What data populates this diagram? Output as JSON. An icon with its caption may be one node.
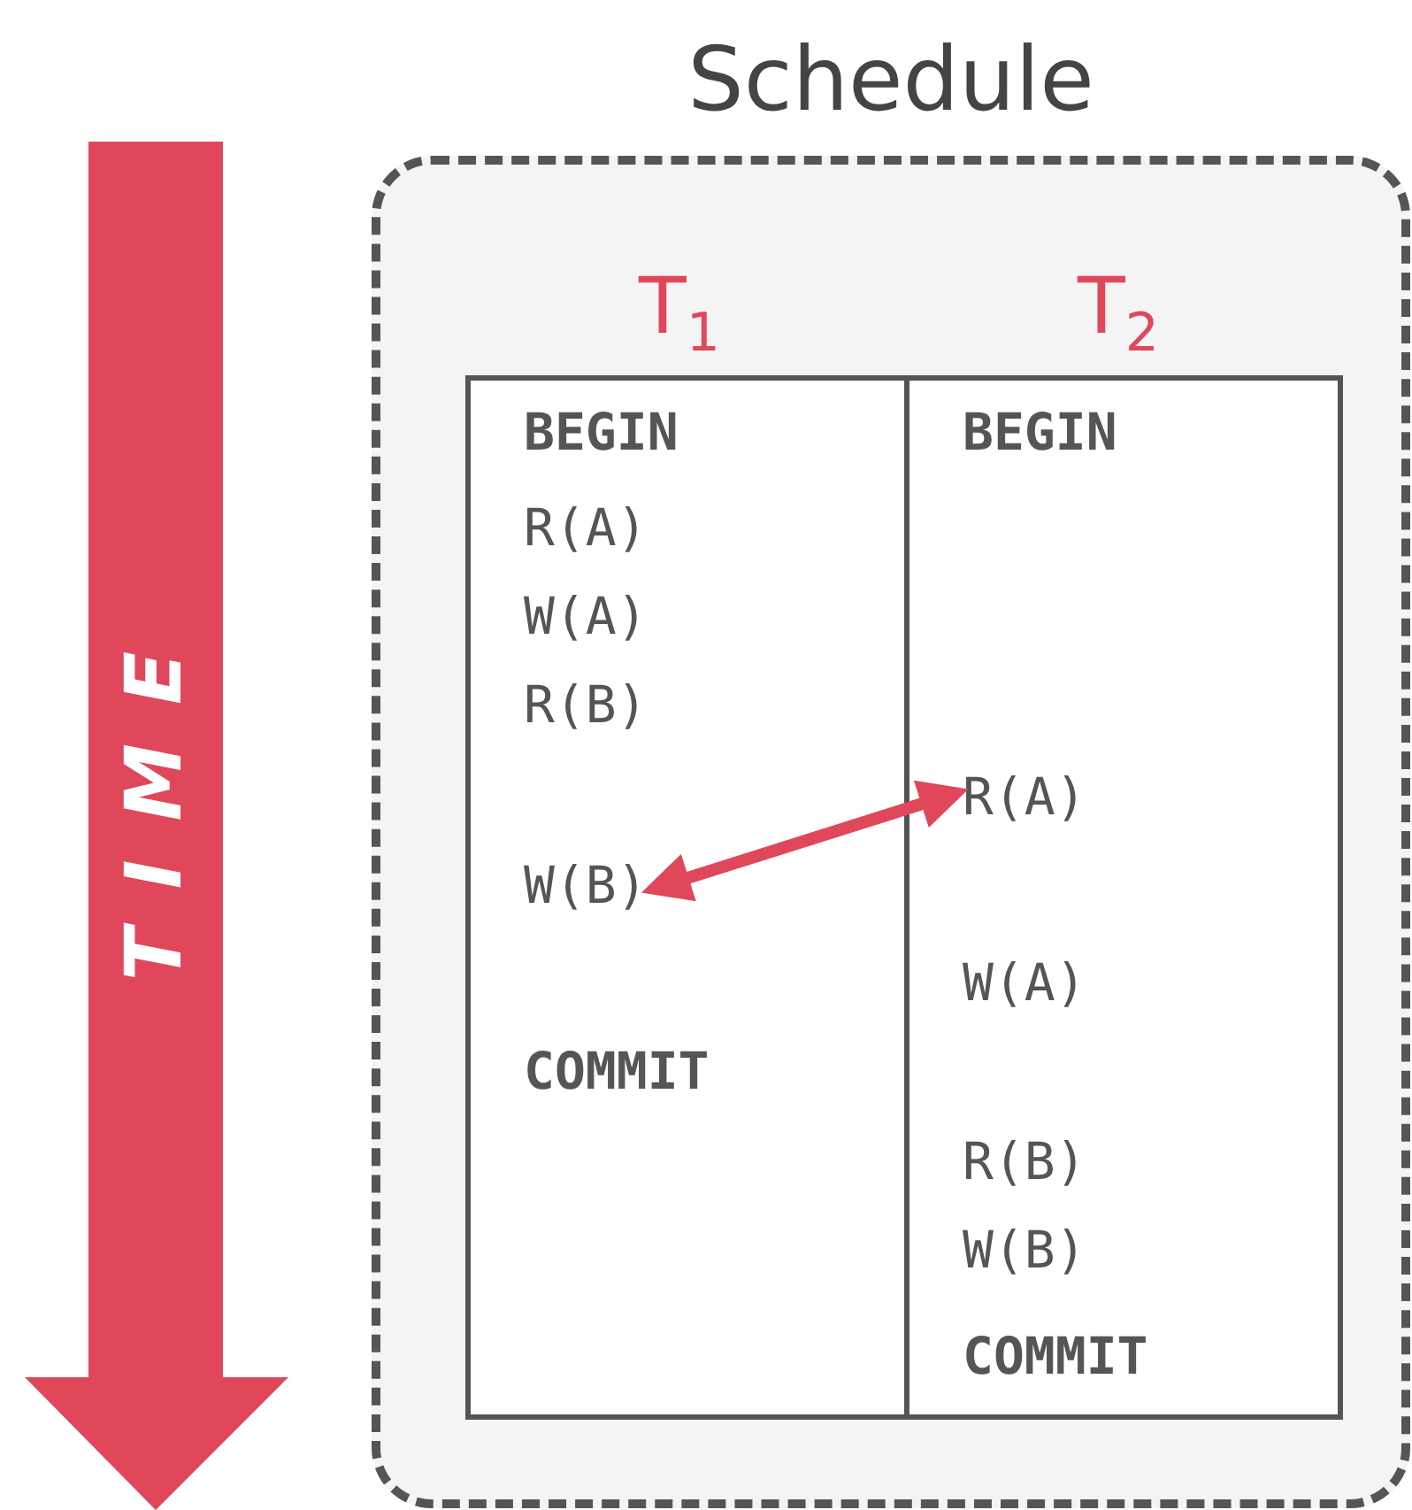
{
  "diagram": {
    "nodes": [
      {
        "text": [
          "Schedule"
        ]
      },
      {
        "text": [
          "T$_{1}$"
        ],
        "in": 0
      },
      {
        "text": [
          "BEGIN"
        ],
        "in": 1
      },
      {
        "text": [
          "R(A)"
        ],
        "in": 1
      },
      {
        "text": [
          "W(A)"
        ],
        "in": 1
      },
      {
        "text": [
          "R(B)"
        ],
        "in": 1
      },
      {
        "text": [
          "W(B)"
        ],
        "in": 1
      },
      {
        "text": [
          "COMMIT"
        ],
        "in": 1
      },
      {
        "text": [
          "T$_{2}$"
        ],
        "in": 0
      },
      {
        "text": [
          "BEGIN"
        ],
        "in": 8
      },
      {
        "text": [
          "R(A)"
        ],
        "in": 8
      },
      {
        "text": [
          "W(A)"
        ],
        "in": 8
      },
      {
        "text": [
          "R(B)"
        ],
        "in": 8
      },
      {
        "text": [
          "W(B)"
        ],
        "in": 8
      },
      {
        "text": [
          "COMMIT"
        ],
        "in": 8
      }
    ],
    "edges": [
      {
        "from": 6,
        "to": 10,
        "arrow": "both",
        "color": "#e0475a"
      }
    ],
    "labels": [
      "TIME"
    ]
  }
}
